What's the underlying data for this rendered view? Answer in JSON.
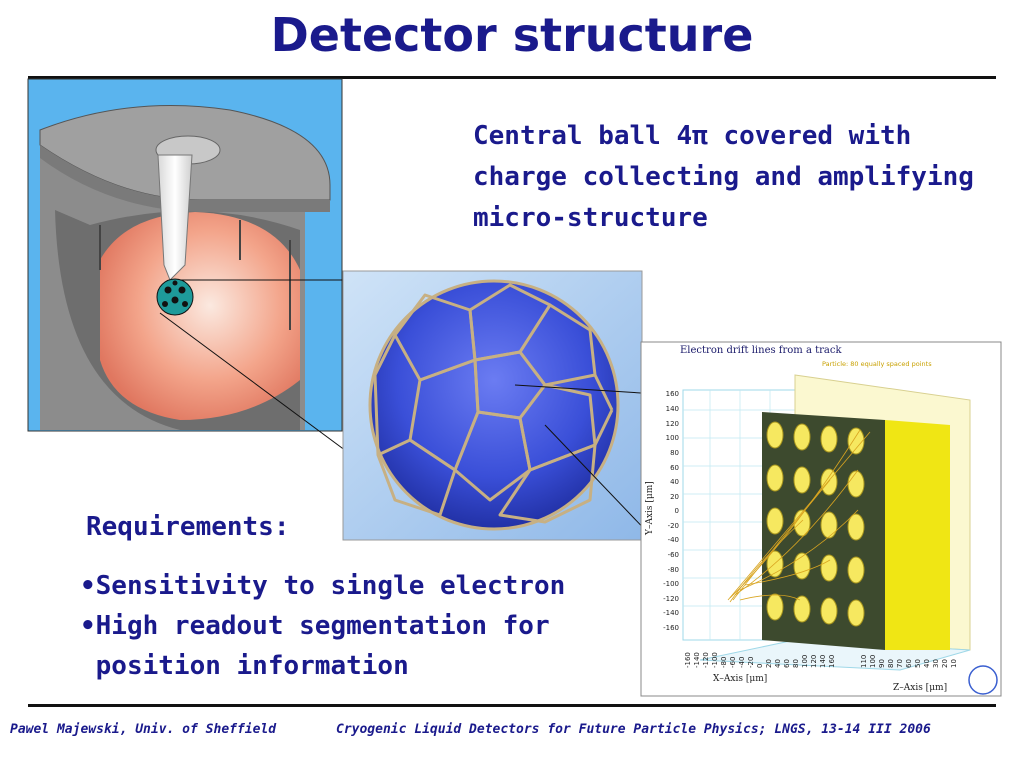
{
  "slide": {
    "title": "Detector structure",
    "description": [
      "Central ball 4π covered with",
      "charge collecting and amplifying",
      "micro-structure"
    ],
    "requirements_title": "Requirements:",
    "requirements": [
      "•Sensitivity to single electron",
      "•High readout segmentation for",
      " position information"
    ],
    "footer_left": "Pawel Majewski, Univ. of Sheffield",
    "footer_right": "Cryogenic Liquid Detectors for Future Particle Physics; LNGS, 13-14 III 2006"
  },
  "plot": {
    "title": "Electron drift lines from a track",
    "subtitle": "Particle: 80 equally spaced points",
    "y_axis_label": "Y–Axis [μm]",
    "x_axis_label": "X–Axis [μm]",
    "z_axis_label": "Z–Axis [μm]",
    "y_ticks": [
      "160",
      "140",
      "120",
      "100",
      "80",
      "60",
      "40",
      "20",
      "0",
      "-20",
      "-40",
      "-60",
      "-80",
      "-100",
      "-120",
      "-140",
      "-160"
    ],
    "x_ticks": [
      "-160",
      "-140",
      "-120",
      "-100",
      "-80",
      "-60",
      "-40",
      "-20",
      "0",
      "20",
      "40",
      "60",
      "80",
      "100",
      "120",
      "140",
      "160"
    ],
    "z_ticks": [
      "110",
      "100",
      "90",
      "80",
      "70",
      "60",
      "50",
      "40",
      "30",
      "20",
      "10"
    ]
  },
  "colors": {
    "text": "#1a1a8c",
    "background_sky": "#5ab4ee",
    "sphere_blue": "#3a4fd8",
    "frame_gold": "#b8a47a",
    "yellow": "#f0e614",
    "dark_green": "#3d4a2e"
  }
}
